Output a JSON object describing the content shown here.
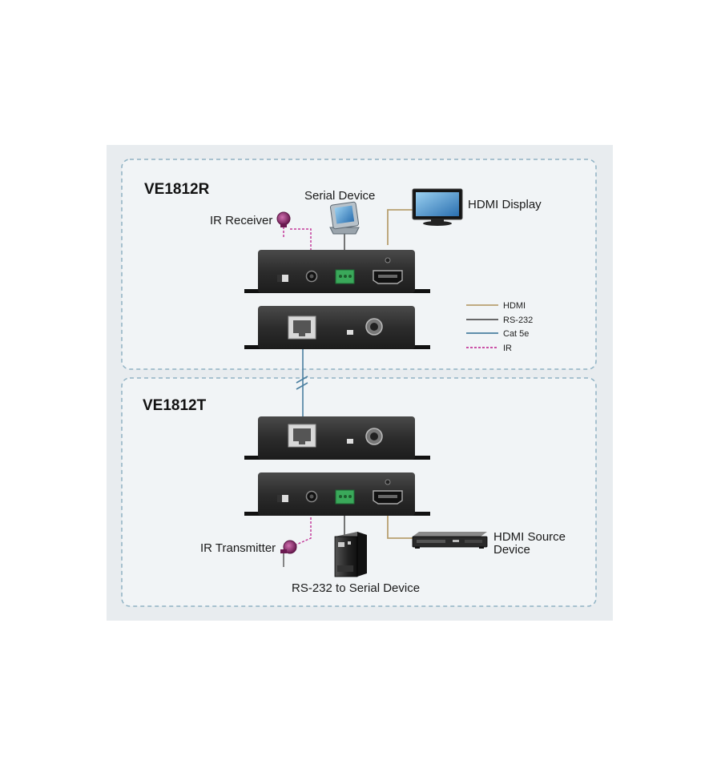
{
  "receiver": {
    "title": "VE1812R"
  },
  "transmitter": {
    "title": "VE1812T"
  },
  "labels": {
    "ir_receiver": "IR Receiver",
    "serial_device": "Serial Device",
    "hdmi_display": "HDMI Display",
    "ir_transmitter": "IR Transmitter",
    "rs232_serial": "RS-232 to Serial Device",
    "hdmi_source_line1": "HDMI Source",
    "hdmi_source_line2": "Device"
  },
  "legend": {
    "items": [
      {
        "label": "HDMI",
        "color": "#b8a070",
        "style": "solid"
      },
      {
        "label": "RS-232",
        "color": "#555555",
        "style": "solid"
      },
      {
        "label": "Cat 5e",
        "color": "#4a7fa0",
        "style": "solid"
      },
      {
        "label": "IR",
        "color": "#c43a9a",
        "style": "dashed"
      }
    ]
  },
  "colors": {
    "panel_bg": "#eef1f3",
    "panel_border": "#8fb2c4",
    "device_body": "#2b2b2b",
    "terminal_green": "#3aa85a"
  }
}
